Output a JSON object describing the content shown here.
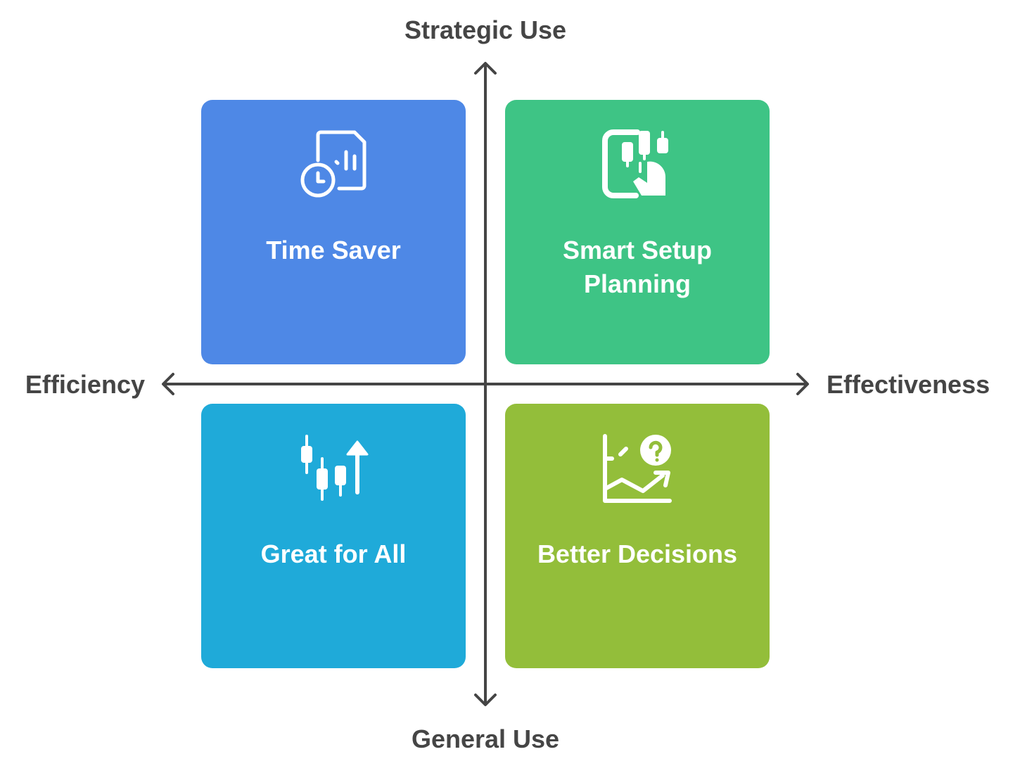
{
  "axes": {
    "top": "Strategic Use",
    "bottom": "General Use",
    "left": "Efficiency",
    "right": "Effectiveness"
  },
  "quadrants": [
    {
      "title": "Time Saver",
      "icon": "document-chart-clock-icon",
      "color": "#4E88E6"
    },
    {
      "title": "Smart Setup Planning",
      "icon": "tablet-candlestick-hand-icon",
      "color": "#3EC485"
    },
    {
      "title": "Great for All",
      "icon": "candlestick-arrow-up-icon",
      "color": "#1FAAD9"
    },
    {
      "title": "Better Decisions",
      "icon": "chart-question-icon",
      "color": "#93BE3A"
    }
  ],
  "axis_color": "#454545"
}
